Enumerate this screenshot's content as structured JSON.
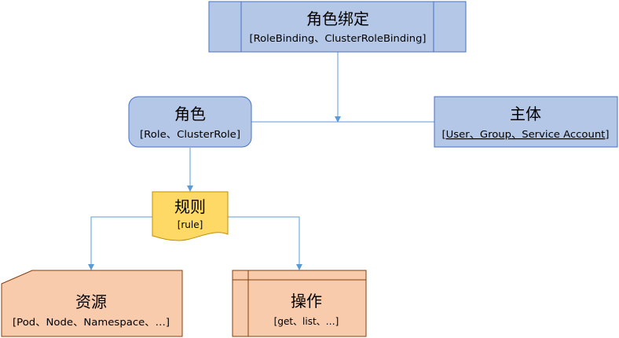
{
  "nodes": {
    "role_binding": {
      "title": "角色绑定",
      "subtitle": "[RoleBinding、ClusterRoleBinding]"
    },
    "role": {
      "title": "角色",
      "subtitle": "[Role、ClusterRole]"
    },
    "subject": {
      "title": "主体",
      "subtitle": "[User、Group、Service Account]"
    },
    "rule": {
      "title": "规则",
      "subtitle": "[rule]"
    },
    "resource": {
      "title": "资源",
      "subtitle": "[Pod、Node、Namespace、…]"
    },
    "operation": {
      "title": "操作",
      "subtitle": "[get、list、…]"
    }
  },
  "colors": {
    "blue_fill": "#b4c7e7",
    "blue_stroke": "#4472c4",
    "yellow_fill": "#ffd966",
    "yellow_stroke": "#bf9000",
    "orange_fill": "#f8cbad",
    "orange_stroke": "#843c0c",
    "connector": "#5b9bd5"
  }
}
